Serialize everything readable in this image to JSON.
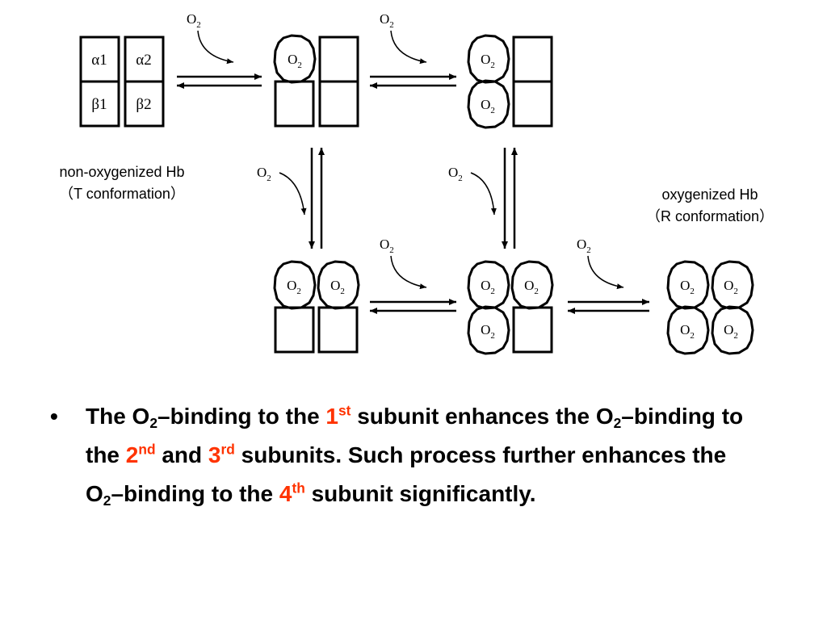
{
  "diagram": {
    "subunit_labels": {
      "a1": "α1",
      "a2": "α2",
      "b1": "β1",
      "b2": "β2"
    },
    "o2_label": "O",
    "o2_subscript": "2",
    "states": {
      "t_state": {
        "name": "non-oxygenized Hb",
        "conformation": "（T conformation）"
      },
      "r_state": {
        "name": "oxygenized Hb",
        "conformation": "（R conformation）"
      }
    }
  },
  "bullet": {
    "symbol": "•",
    "p1": "The O",
    "sub1": "2",
    "p2": "–binding to the ",
    "n1": "1",
    "s1": "st",
    "p3": " subunit enhances the O",
    "sub2": "2",
    "p4": "–binding to the ",
    "n2": "2",
    "s2": "nd",
    "p5": " and ",
    "n3": "3",
    "s3": "rd",
    "p6": " subunits.  Such process further enhances the O",
    "sub3": "2",
    "p7": "–binding to the ",
    "n4": "4",
    "s4": "th",
    "p8": " subunit significantly."
  },
  "colors": {
    "highlight": "#ff3300",
    "ink": "#000000"
  }
}
